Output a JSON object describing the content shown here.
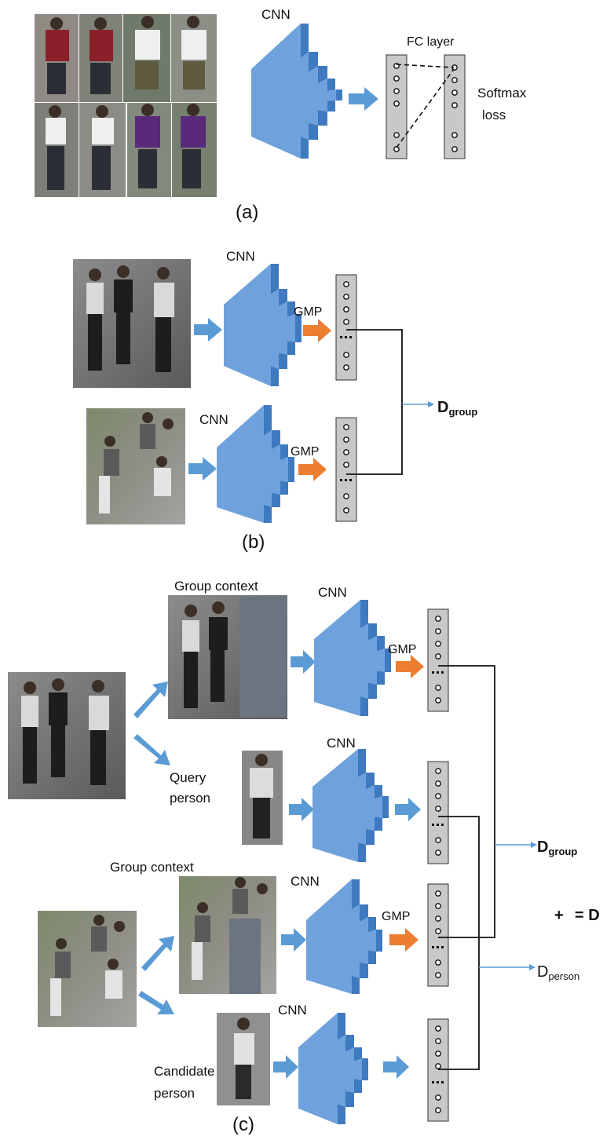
{
  "colors": {
    "cnn_front": "#6fa2dc",
    "cnn_side": "#3f79bf",
    "cnn_top": "#9cc0ea",
    "arrow_blue": "#5b9bd5",
    "arrow_orange": "#ed7d31",
    "feature_fill": "#c8c8c8",
    "line_blue": "#5b9bd5",
    "masked_region": "#6b7480"
  },
  "panel_a": {
    "caption": "(a)",
    "cnn_label": "CNN",
    "fc_label": "FC layer",
    "loss_label_line1": "Softmax",
    "loss_label_line2": "loss"
  },
  "panel_b": {
    "caption": "(b)",
    "cnn_label_top": "CNN",
    "cnn_label_bottom": "CNN",
    "gmp_label_top": "GMP",
    "gmp_label_bottom": "GMP",
    "output_main": "D",
    "output_sub": "group"
  },
  "panel_c": {
    "caption": "(c)",
    "group_context_top": "Group context",
    "group_context_bottom": "Group context",
    "query_line1": "Query",
    "query_line2": "person",
    "candidate_line1": "Candidate",
    "candidate_line2": "person",
    "cnn_labels": [
      "CNN",
      "CNN",
      "CNN",
      "CNN"
    ],
    "gmp_top": "GMP",
    "gmp_bottom": "GMP",
    "out_group_main": "D",
    "out_group_sub": "group",
    "out_person_main": "D",
    "out_person_sub": "person",
    "plus": "+",
    "equals_d": "= D"
  }
}
